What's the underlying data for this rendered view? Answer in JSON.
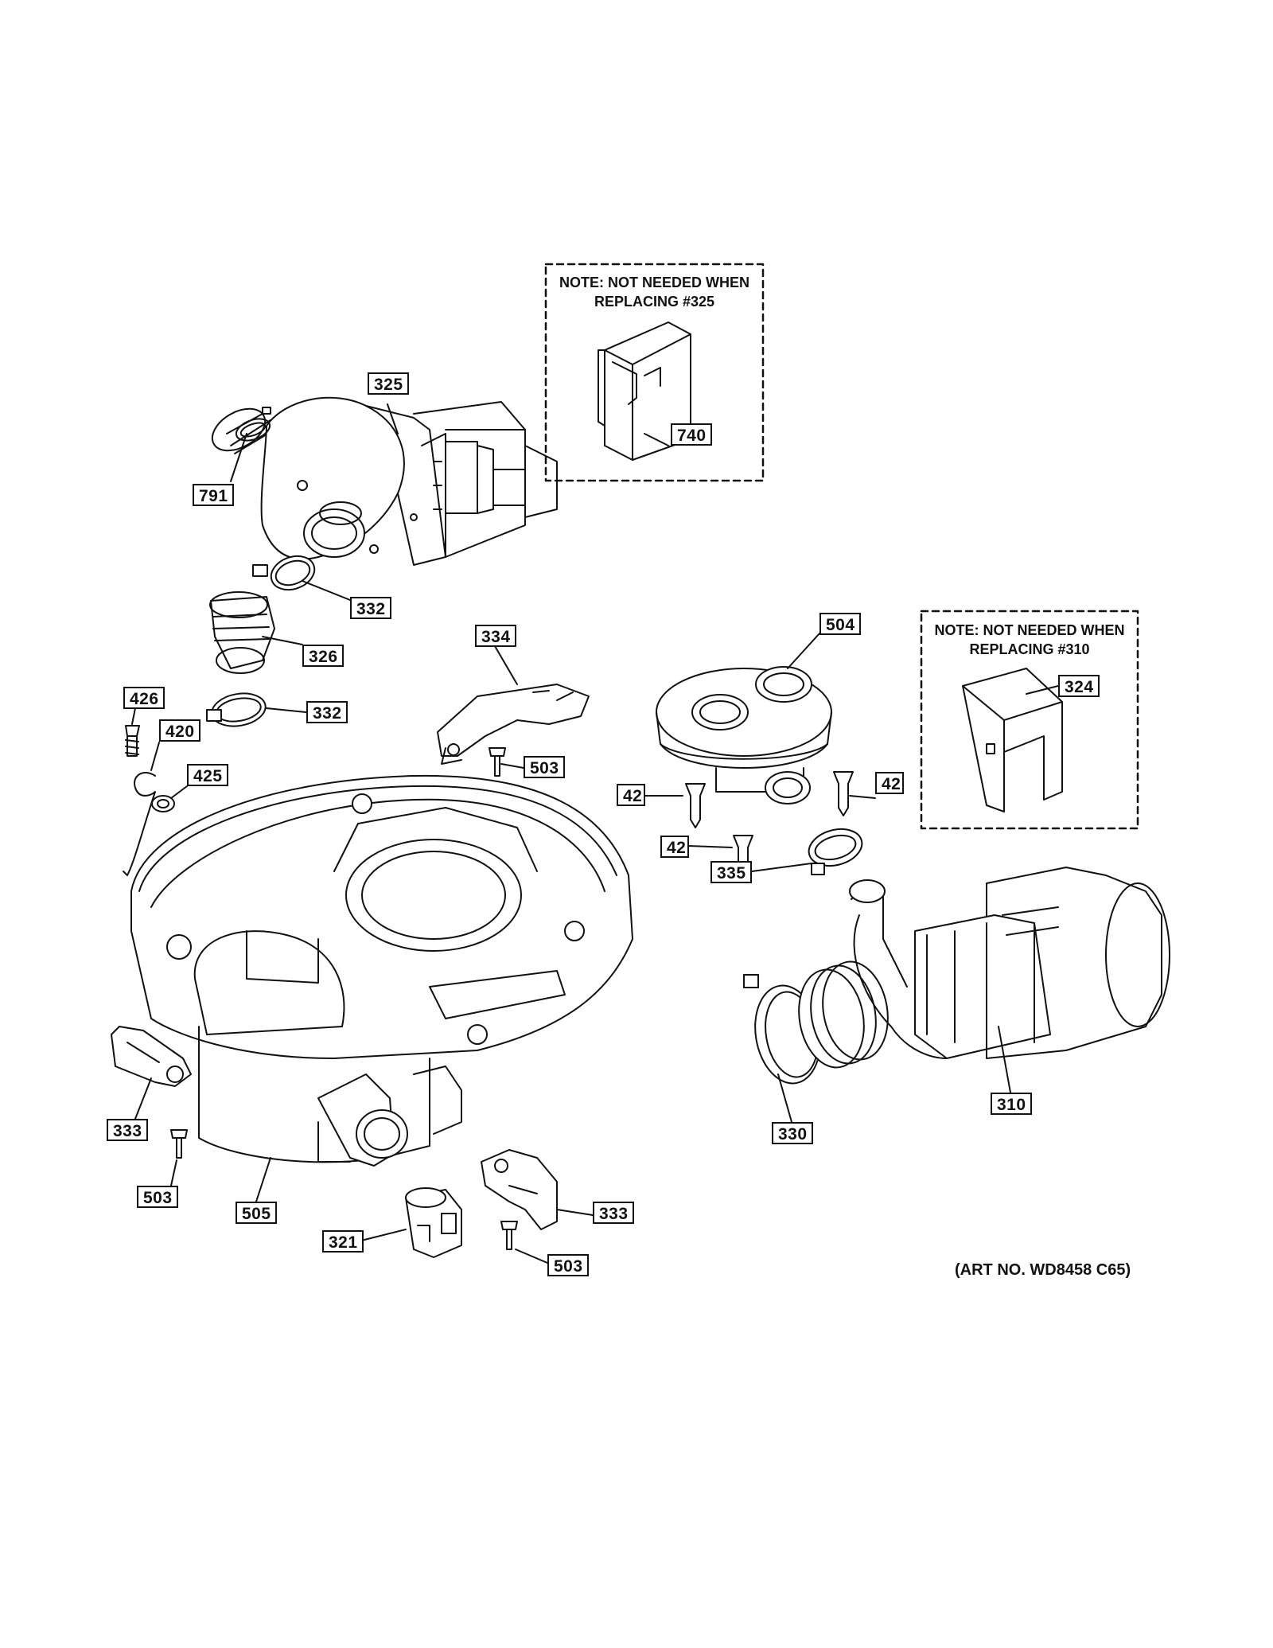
{
  "notes": [
    {
      "line1": "NOTE: NOT NEEDED WHEN",
      "line2": "REPLACING #325"
    },
    {
      "line1": "NOTE: NOT NEEDED WHEN",
      "line2": "REPLACING #310"
    }
  ],
  "callouts": [
    "325",
    "791",
    "740",
    "332",
    "326",
    "334",
    "504",
    "324",
    "426",
    "332",
    "420",
    "425",
    "503",
    "42",
    "42",
    "42",
    "335",
    "310",
    "330",
    "333",
    "503",
    "505",
    "333",
    "321",
    "503"
  ],
  "art_number": "(ART NO. WD8458 C65)"
}
